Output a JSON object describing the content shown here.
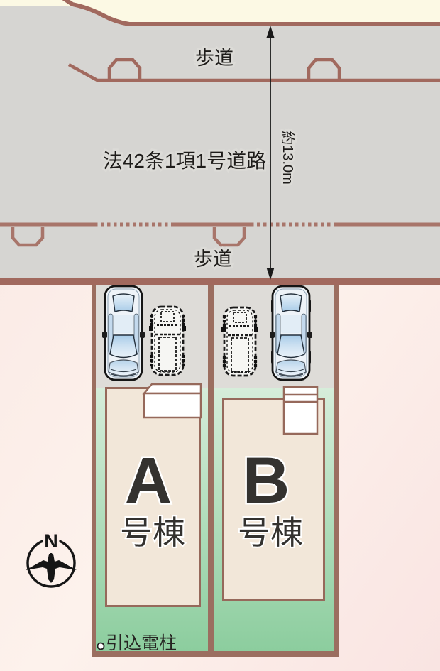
{
  "road": {
    "sidewalk_label_top": "歩道",
    "sidewalk_label_bottom": "歩道",
    "name_label": "法42条1項1号道路",
    "width_label": "約13.0m"
  },
  "plots": {
    "a": {
      "letter": "A",
      "suffix": "号棟"
    },
    "b": {
      "letter": "B",
      "suffix": "号棟"
    }
  },
  "compass": {
    "north_label": "N"
  },
  "annotations": {
    "utility_pole_label": "引込電柱"
  },
  "colors": {
    "background_pink": "#fbece8",
    "background_cream": "#fcf9e4",
    "road_gray": "#d6d5d2",
    "parking_gray": "#dedcd8",
    "line_brown": "#a1695e",
    "border_brown": "#96695b",
    "plot_green_light": "#d4ecd9",
    "plot_green_dark": "#8ccd9e",
    "building_beige": "#f2e7d9",
    "car_glass_blue": "#aecfe9",
    "text_dark": "#1e1c1a"
  }
}
